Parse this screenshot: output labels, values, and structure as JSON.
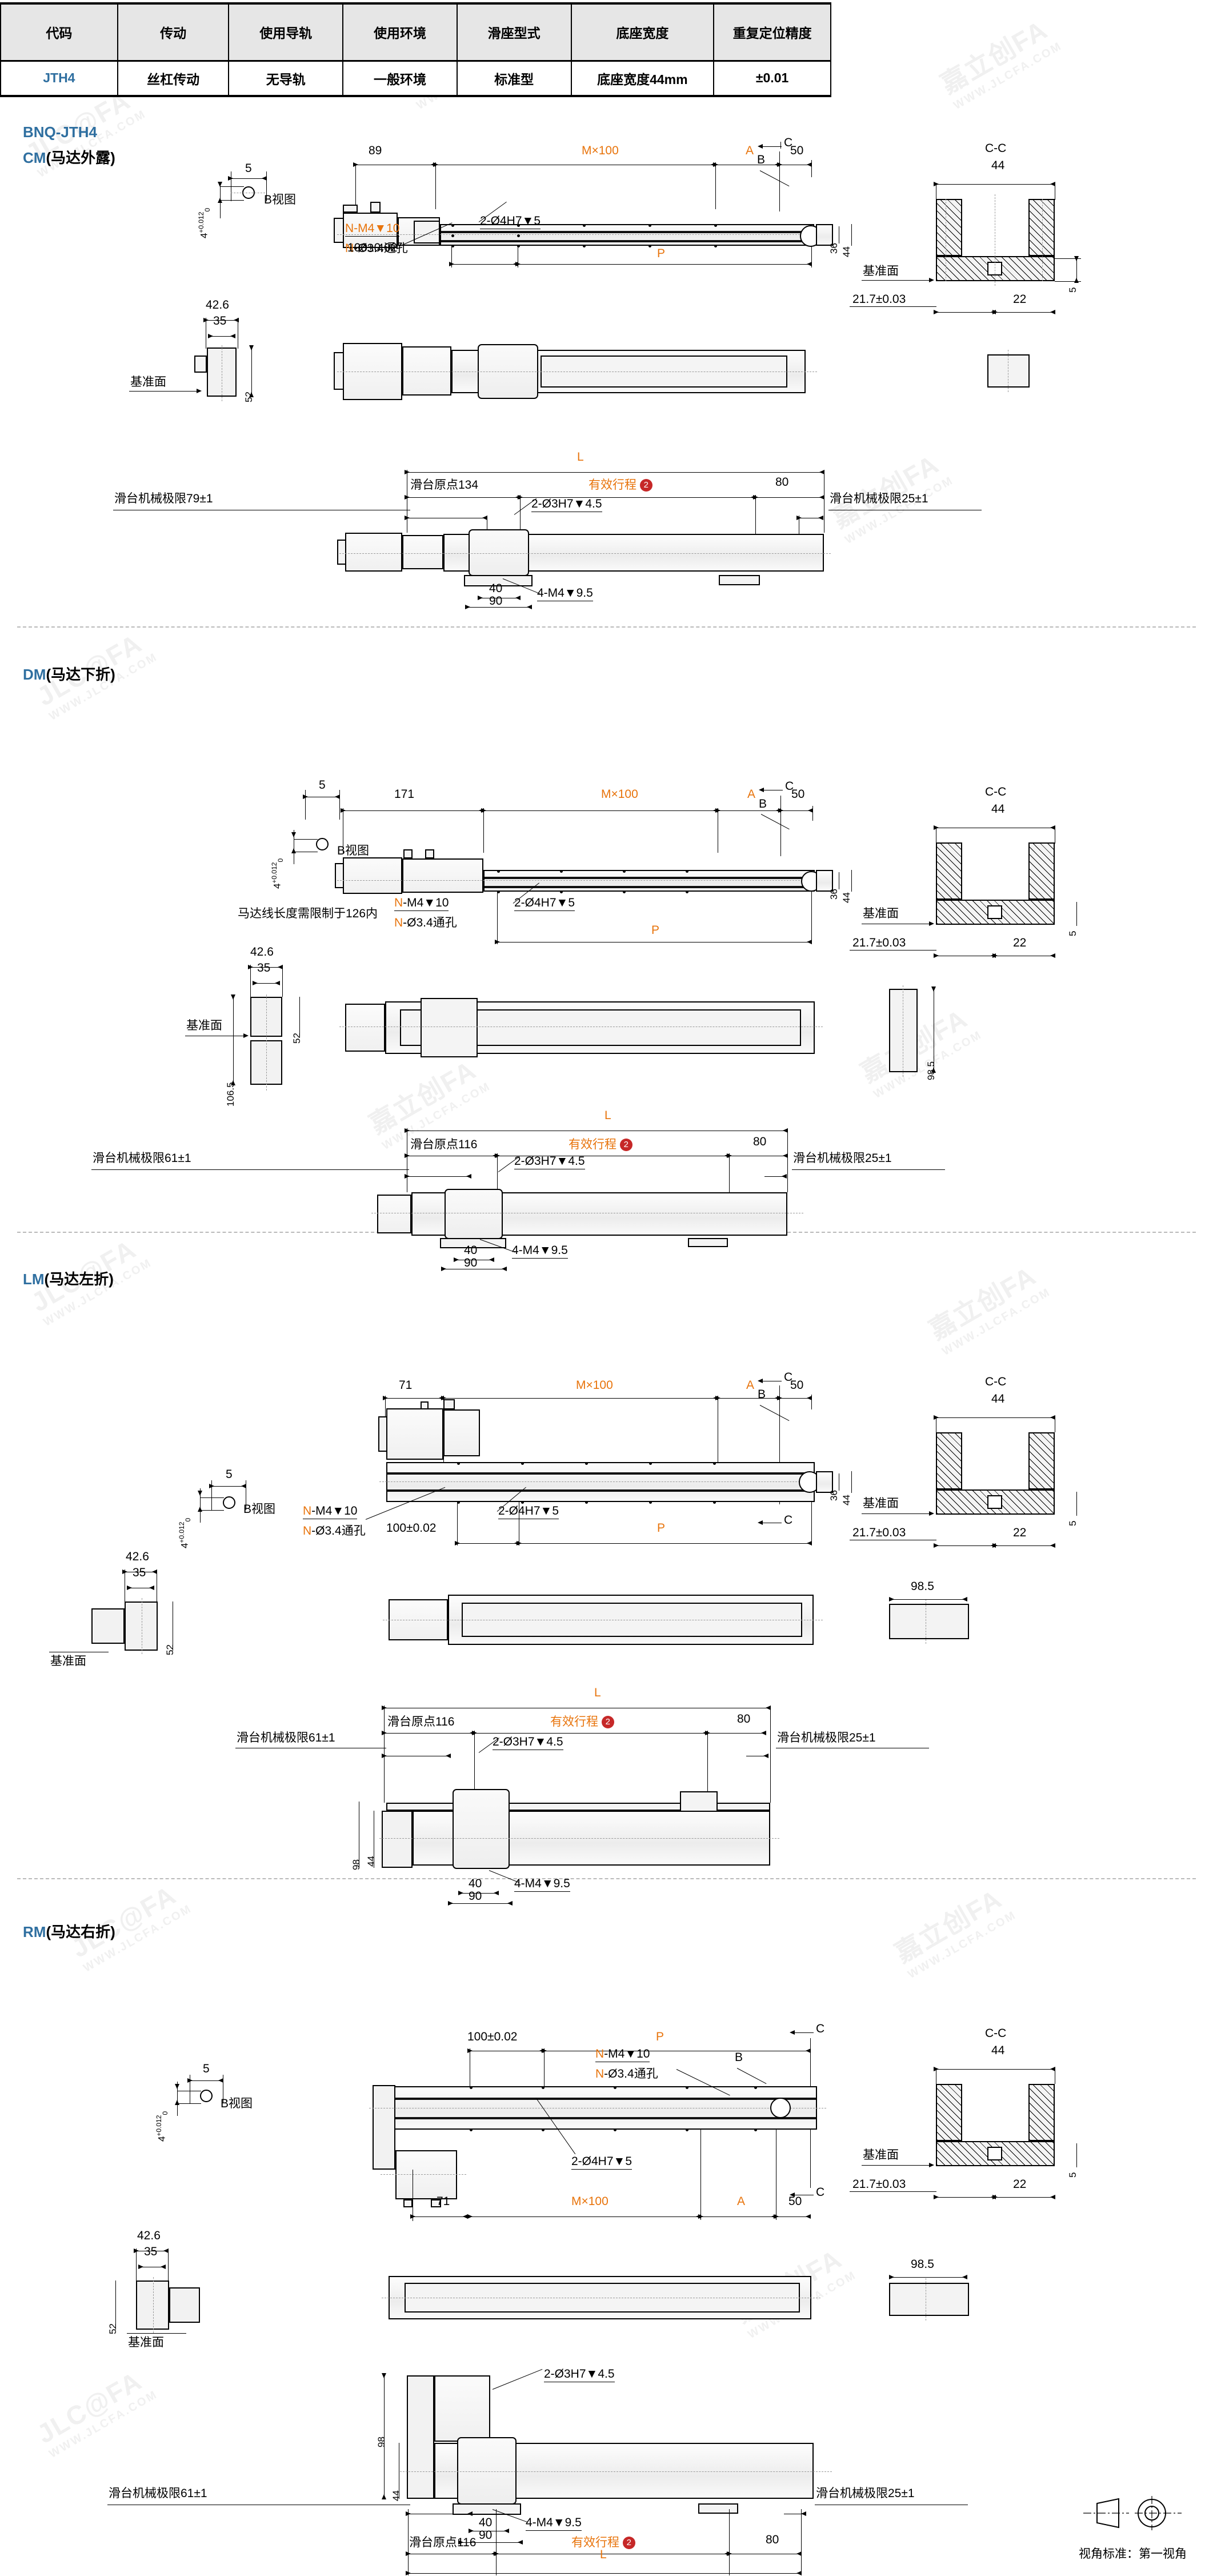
{
  "spec_table": {
    "headers": [
      "代码",
      "传动",
      "使用导轨",
      "使用环境",
      "滑座型式",
      "底座宽度",
      "重复定位精度"
    ],
    "rows": [
      [
        "JTH4",
        "丝杠传动",
        "无导轨",
        "一般环境",
        "标准型",
        "底座宽度44mm",
        "±0.01"
      ]
    ]
  },
  "product": {
    "family": "BNQ-JTH4"
  },
  "common": {
    "b_view": "B视图",
    "b_view_dim_w": "5",
    "b_view_dim_h": "4",
    "b_view_tol_up": "+0.012",
    "b_view_tol_lo": "0",
    "datum": "基准面",
    "section_cc": "C-C",
    "cc_width": "44",
    "cc_inner": "22",
    "cc_offset": "21.7±0.03",
    "cc_step": "5",
    "side_h36": "36",
    "side_h44": "44",
    "end_w_426": "42.6",
    "end_w_35": "35",
    "end_h_52": "52",
    "m_pitch": "M×100",
    "dim_50": "50",
    "label_A": "A",
    "label_B": "B",
    "label_C": "C",
    "label_P": "P",
    "label_L": "L",
    "pitch_tol": "100±0.02",
    "tap_top": "N-M4▼10",
    "tap_bot": "N-Ø3.4通孔",
    "pin_hole_4": "2-Ø4H7▼5",
    "pin_hole_3": "2-Ø3H7▼4.5",
    "tap_m4_95": "4-M4▼9.5",
    "slider_w_40": "40",
    "slider_w_90": "90",
    "stroke_label": "有效行程",
    "stroke_badge": "2",
    "tail_80": "80"
  },
  "sections": [
    {
      "id": "CM",
      "code": "CM",
      "name": "(马达外露)",
      "front_left_dim": "89",
      "origin_label": "滑台原点134",
      "limit_left": "滑台机械极限79±1",
      "limit_right": "滑台机械极限25±1",
      "side_height": "52",
      "note": ""
    },
    {
      "id": "DM",
      "code": "DM",
      "name": "(马达下折)",
      "front_left_dim": "171",
      "origin_label": "滑台原点116",
      "limit_left": "滑台机械极限61±1",
      "limit_right": "滑台机械极限25±1",
      "side_height": "106.5",
      "side_height_2": "52",
      "end_view_dim": "98.5",
      "note": "马达线长度需限制于126内"
    },
    {
      "id": "LM",
      "code": "LM",
      "name": "(马达左折)",
      "front_left_dim": "71",
      "origin_label": "滑台原点116",
      "limit_left": "滑台机械极限61±1",
      "limit_right": "滑台机械极限25±1",
      "end_view_dim": "98.5",
      "plan_h_98": "98",
      "plan_h_44": "44",
      "note": ""
    },
    {
      "id": "RM",
      "code": "RM",
      "name": "(马达右折)",
      "front_left_dim": "71",
      "origin_label": "滑台原点116",
      "limit_left": "滑台机械极限61±1",
      "limit_right": "滑台机械极限25±1",
      "end_view_dim": "98.5",
      "plan_h_98": "98",
      "plan_h_44": "44",
      "note": ""
    }
  ],
  "projection": {
    "caption": "视角标准：第一视角"
  },
  "watermark": {
    "brand": "嘉立创FA",
    "logo": "JLC@FA",
    "url": "WWW.JLCFA.COM"
  },
  "colors": {
    "accent_blue": "#2f6fa0",
    "accent_orange": "#E8740C",
    "badge_red": "#C62828",
    "table_header_bg": "#e6e6e6"
  }
}
